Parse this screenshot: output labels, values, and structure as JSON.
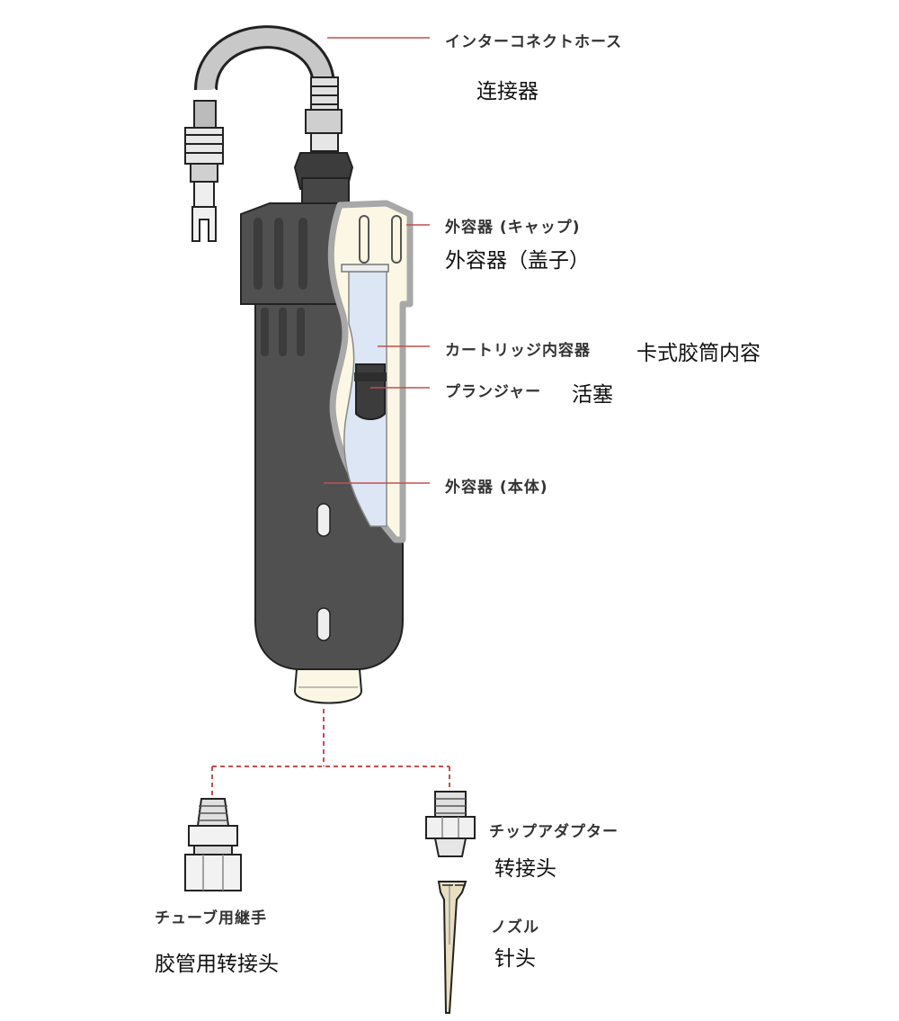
{
  "labels": {
    "hose_jp": "インターコネクトホース",
    "hose_cn": "连接器",
    "cap_jp": "外容器 (キャップ)",
    "cap_cn": "外容器（盖子）",
    "cartridge_jp": "カートリッジ内容器",
    "cartridge_cn": "卡式胶筒内容",
    "plunger_jp": "プランジャー",
    "plunger_cn": "活塞",
    "body_jp": "外容器 (本体)",
    "tip_adapter_jp": "チップアダプター",
    "tip_adapter_cn": "转接头",
    "nozzle_jp": "ノズル",
    "nozzle_cn": "针头",
    "tube_fitting_jp": "チューブ用継手",
    "tube_fitting_cn": "胶管用转接头"
  },
  "colors": {
    "body": "#505050",
    "body_dark": "#3c3c3c",
    "cream": "#fbf7e4",
    "window": "#dce6f4",
    "tear_edge": "#a8a8a8",
    "hose": "#c8c8c8",
    "leader": "#c0504d",
    "nozzle": "#e8dfc0"
  }
}
